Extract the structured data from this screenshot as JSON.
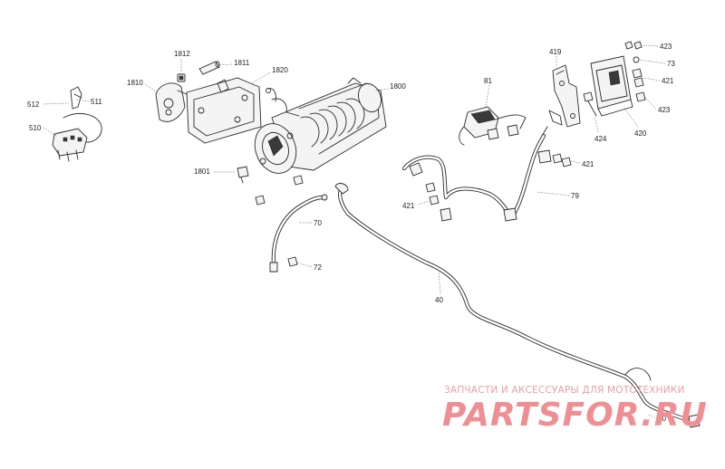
{
  "labels": {
    "l1800": "1800",
    "l1801": "1801",
    "l1810": "1810",
    "l1811": "1811",
    "l1812": "1812",
    "l1820": "1820",
    "l510": "510",
    "l511": "511",
    "l512": "512",
    "l81": "81",
    "l419": "419",
    "l420": "420",
    "l423a": "423",
    "l423b": "423",
    "l424": "424",
    "l421a": "421",
    "l421b": "421",
    "l421c": "421",
    "l73": "73",
    "l79": "79",
    "l72": "72",
    "l70": "70",
    "l40a": "40",
    "l40b": "40"
  },
  "watermark": {
    "tagline": "ЗАПЧАСТИ И АКСЕССУАРЫ ДЛЯ МОТОТЕХНИКИ",
    "logo": "PARTSFOR.RU"
  },
  "colors": {
    "line": "#2b2b2b",
    "watermark": "#ef8f93"
  }
}
